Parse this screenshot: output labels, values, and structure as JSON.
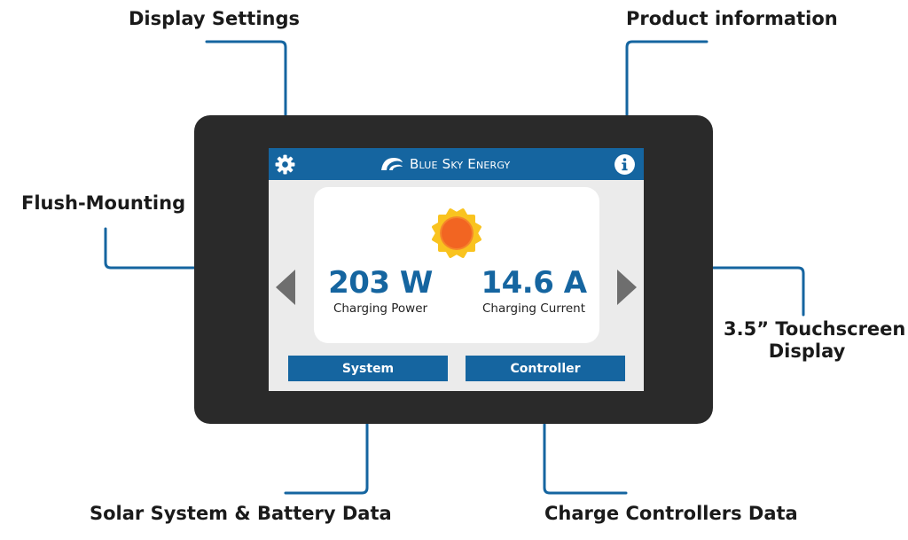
{
  "callouts": {
    "display_settings": "Display Settings",
    "product_information": "Product information",
    "flush_mounting": "Flush-Mounting",
    "touchscreen_line1": "3.5” Touchscreen",
    "touchscreen_line2": "Display",
    "solar_battery_data": "Solar System & Battery Data",
    "charge_controllers_data": "Charge Controllers Data"
  },
  "screen": {
    "brand": "Blue Sky Energy",
    "power": {
      "value": "203 W",
      "label": "Charging Power"
    },
    "current": {
      "value": "14.6 A",
      "label": "Charging Current"
    },
    "buttons": {
      "system": "System",
      "controller": "Controller"
    }
  },
  "icons": {
    "settings": "gear-icon",
    "info": "info-icon",
    "logo": "wave-logo-icon",
    "sun": "sun-icon",
    "prev": "arrow-left-icon",
    "next": "arrow-right-icon"
  },
  "colors": {
    "accent_blue": "#1565a0",
    "device_body": "#2a2a2a",
    "screen_bg": "#ebebeb",
    "leader_line": "#1565a0",
    "sun_core": "#f26522",
    "sun_rays": "#f9c31f"
  }
}
